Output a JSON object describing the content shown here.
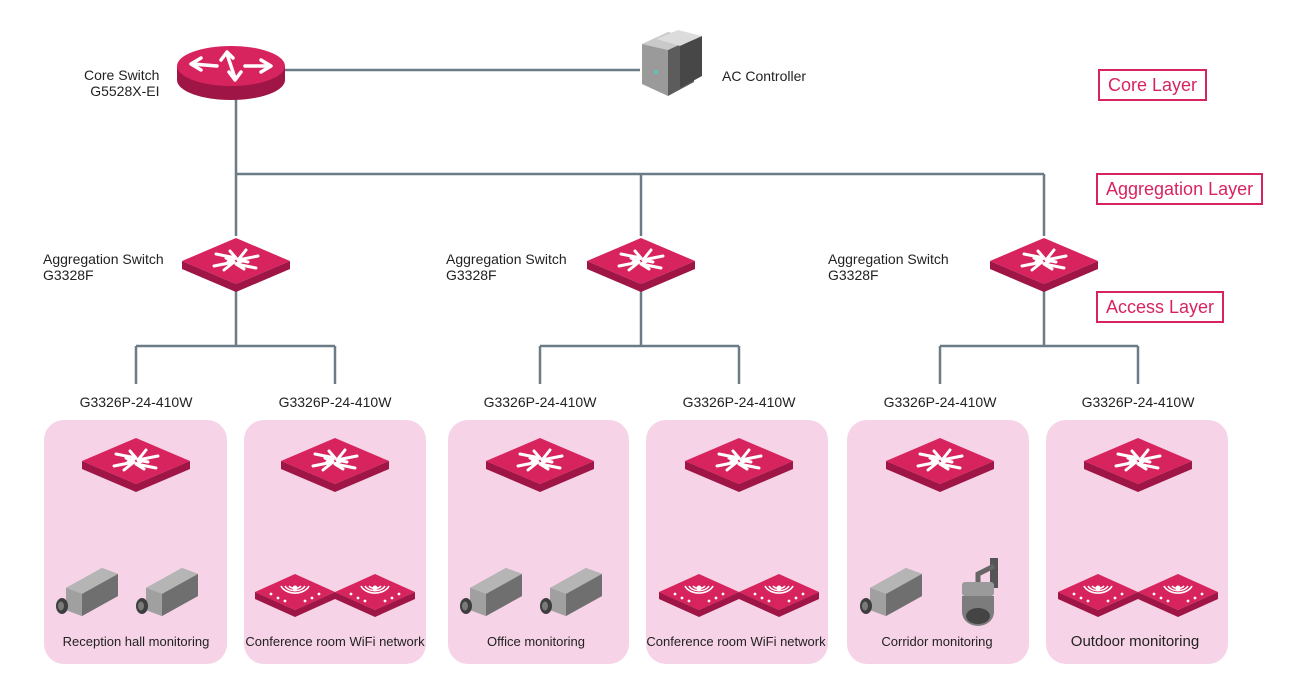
{
  "core": {
    "name": "Core Switch",
    "model": "G5528X-EI"
  },
  "controller": {
    "label": "AC Controller"
  },
  "layers": {
    "core": "Core Layer",
    "aggregation": "Aggregation Layer",
    "access": "Access Layer"
  },
  "aggregation": [
    {
      "name": "Aggregation Switch",
      "model": "G3328F"
    },
    {
      "name": "Aggregation Switch",
      "model": "G3328F"
    },
    {
      "name": "Aggregation Switch",
      "model": "G3328F"
    }
  ],
  "access": [
    {
      "model": "G3326P-24-410W",
      "caption": "Reception hall monitoring",
      "devices": [
        "camera",
        "camera"
      ]
    },
    {
      "model": "G3326P-24-410W",
      "caption": "Conference room WiFi network",
      "devices": [
        "access-point",
        "access-point"
      ]
    },
    {
      "model": "G3326P-24-410W",
      "caption": "Office monitoring",
      "devices": [
        "camera",
        "camera"
      ]
    },
    {
      "model": "G3326P-24-410W",
      "caption": "Conference room WiFi network",
      "devices": [
        "access-point",
        "access-point"
      ]
    },
    {
      "model": "G3326P-24-410W",
      "caption": "Corridor monitoring",
      "devices": [
        "camera",
        "dome-camera"
      ]
    },
    {
      "model": "G3326P-24-410W",
      "caption": "Outdoor monitoring",
      "devices": [
        "access-point",
        "access-point"
      ]
    }
  ],
  "colors": {
    "accent": "#d8245e",
    "panel": "#f6d3e6",
    "line": "#6b7c87"
  }
}
